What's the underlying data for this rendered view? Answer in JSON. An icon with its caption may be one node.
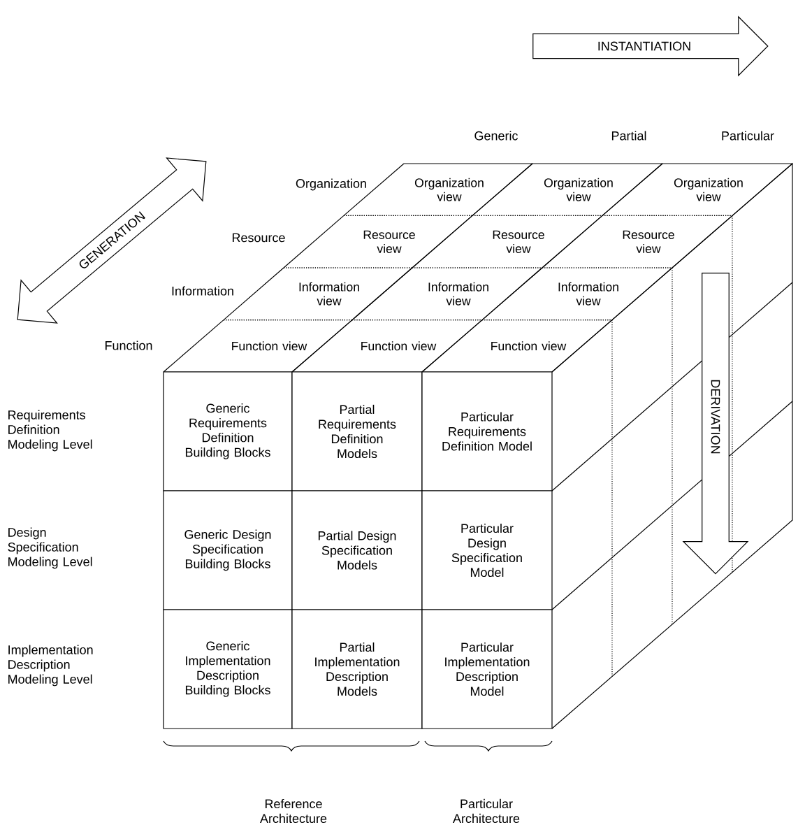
{
  "diagram": {
    "nodes": [
      {
        "text": [
          "INSTANTIATION"
        ]
      },
      {
        "text": [
          "GENERATION"
        ]
      },
      {
        "text": [
          "Organization view"
        ]
      },
      {
        "text": [
          "Organization view"
        ]
      },
      {
        "text": [
          "Organization view"
        ]
      },
      {
        "text": [
          "Resource view"
        ]
      },
      {
        "text": [
          "Resource view"
        ]
      },
      {
        "text": [
          "Resource view"
        ]
      },
      {
        "text": [
          "Information view"
        ]
      },
      {
        "text": [
          "Information view"
        ]
      },
      {
        "text": [
          "Information view"
        ]
      },
      {
        "text": [
          "Function view"
        ]
      },
      {
        "text": [
          "Function view"
        ]
      },
      {
        "text": [
          "Function view"
        ]
      },
      {
        "text": [
          "DERIVATION"
        ]
      },
      {
        "text": [
          "Generic Requirements Definition Building Blocks"
        ]
      },
      {
        "text": [
          "Partial Requirements Definition Models"
        ]
      },
      {
        "text": [
          "Particular Requirements Definition Model"
        ]
      },
      {
        "text": [
          "Generic Design Specification Building Blocks"
        ]
      },
      {
        "text": [
          "Partial Design Specification Models"
        ]
      },
      {
        "text": [
          "Particular Design Specification Model"
        ]
      },
      {
        "text": [
          "Generic Implementation Description Building Blocks"
        ]
      },
      {
        "text": [
          "Partial Implementation Description Models"
        ]
      },
      {
        "text": [
          "Particular Implementation Description Model"
        ]
      }
    ],
    "labels": [
      "Generic",
      "Partial",
      "Particular",
      "Organization",
      "Resource",
      "Information",
      "Function",
      "Requirements Definition Modeling Level",
      "Design Specification Modeling Level",
      "Implementation Description Modeling Level",
      "Reference Architecture",
      "Particular Architecture"
    ]
  }
}
